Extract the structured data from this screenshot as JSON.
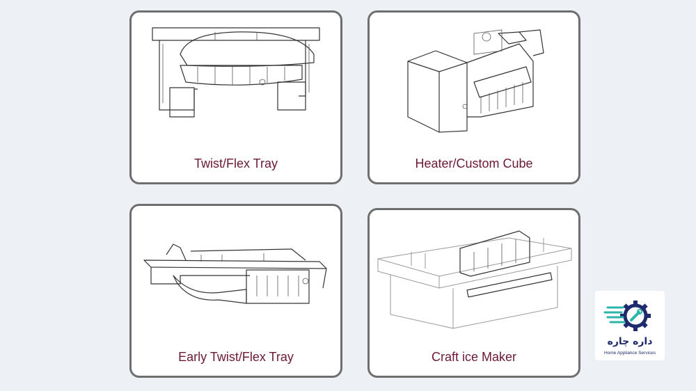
{
  "cards": [
    {
      "label": "Twist/Flex Tray",
      "illustration": "twist-flex-tray-illustration"
    },
    {
      "label": "Heater/Custom Cube",
      "illustration": "heater-custom-cube-illustration"
    },
    {
      "label": "Early Twist/Flex Tray",
      "illustration": "early-twist-flex-tray-illustration"
    },
    {
      "label": "Craft ice Maker",
      "illustration": "craft-ice-maker-illustration"
    }
  ],
  "logo": {
    "title": "داره چاره",
    "subtitle": "Home Appliance Services",
    "icon": "gear-wrench-icon",
    "colors": {
      "navy": "#1e2a6b",
      "teal": "#2bb5a8"
    }
  }
}
